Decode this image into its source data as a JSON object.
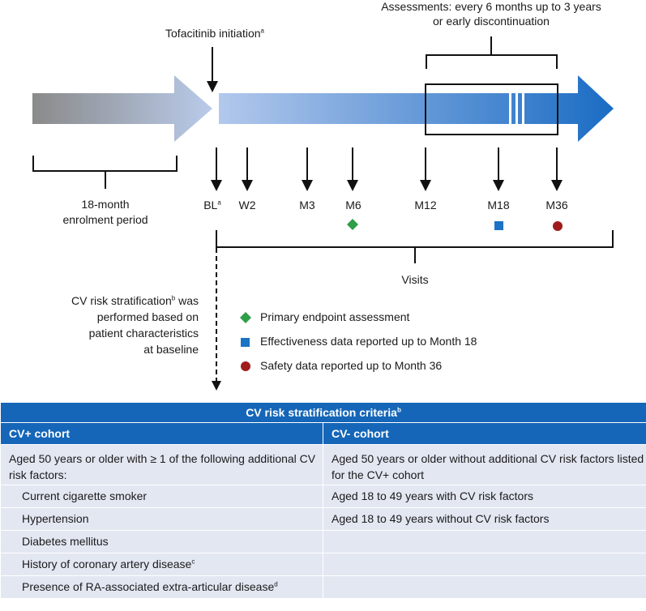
{
  "diagram": {
    "tofacitinib_label": "Tofacitinib initiation",
    "tofacitinib_sup": "a",
    "assessments_line1": "Assessments: every 6 months up to 3 years",
    "assessments_line2": "or early discontinuation",
    "enrolment_line1": "18-month",
    "enrolment_line2": "enrolment period",
    "visits": [
      {
        "label": "BL",
        "sup": "a"
      },
      {
        "label": "W2"
      },
      {
        "label": "M3"
      },
      {
        "label": "M6"
      },
      {
        "label": "M12"
      },
      {
        "label": "M18"
      },
      {
        "label": "M36"
      }
    ],
    "visits_label": "Visits",
    "cv_note_line1": "CV risk stratification",
    "cv_note_sup": "b",
    "cv_note_line1_end": " was",
    "cv_note_line2": "performed based on",
    "cv_note_line3": "patient characteristics",
    "cv_note_line4": "at baseline"
  },
  "legend": [
    {
      "text": "Primary endpoint assessment",
      "shape": "diamond",
      "color": "#2e9e48"
    },
    {
      "text": "Effectiveness data reported up to Month 18",
      "shape": "square",
      "color": "#1a73c4"
    },
    {
      "text": "Safety data reported up to Month 36",
      "shape": "circle",
      "color": "#a01c1c"
    }
  ],
  "table": {
    "title": "CV risk stratification criteria",
    "title_sup": "b",
    "col1_header": "CV+ cohort",
    "col2_header": "CV- cohort",
    "rows": [
      {
        "left": "Aged 50 years or older with ≥ 1 of the following additional CV risk factors:",
        "right": "Aged 50 years or older without additional CV risk factors listed for the CV+ cohort"
      },
      {
        "left": "Current cigarette smoker",
        "right": "Aged 18 to 49 years with CV risk factors"
      },
      {
        "left": "Hypertension",
        "right": "Aged 18 to 49 years without CV risk factors"
      },
      {
        "left": "Diabetes mellitus",
        "right": ""
      },
      {
        "left": "History of coronary artery disease",
        "left_sup": "c",
        "right": ""
      },
      {
        "left": "Presence of RA-associated extra-articular disease",
        "left_sup": "d",
        "right": ""
      }
    ]
  },
  "colors": {
    "header_blue": "#1566b8",
    "cell_bg": "#e3e7f2",
    "arrow_grey": "#8a8a8a",
    "arrow_blue": "#1f6fc5"
  }
}
